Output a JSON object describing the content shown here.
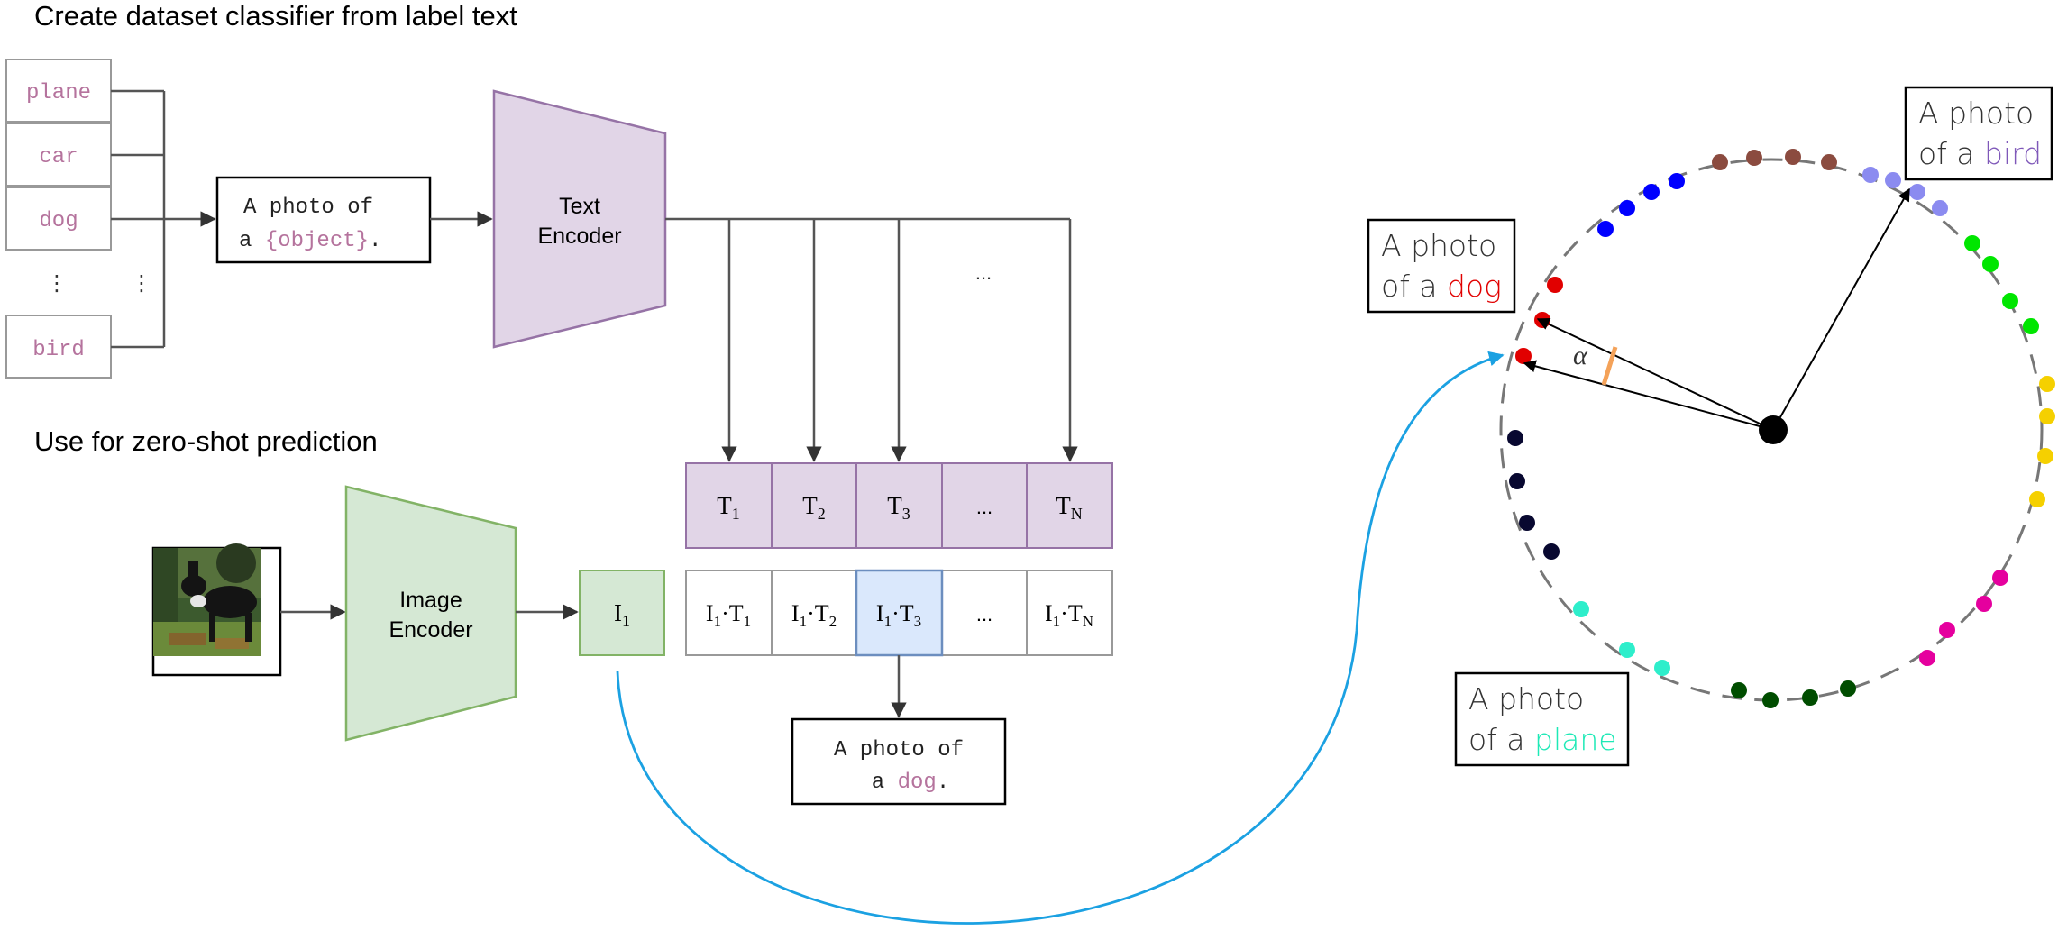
{
  "titles": {
    "classifier": "Create dataset classifier from label text",
    "zeroshot": "Use for zero-shot prediction"
  },
  "labels": [
    "plane",
    "car",
    "dog",
    "bird"
  ],
  "label_ellipsis": "⋮",
  "template": {
    "line1": "A photo of",
    "line2_prefix": "a ",
    "placeholder": "{object}",
    "line2_suffix": "."
  },
  "text_encoder": {
    "line1": "Text",
    "line2": "Encoder"
  },
  "image_encoder": {
    "line1": "Image",
    "line2": "Encoder"
  },
  "embed_ellipsis": "...",
  "text_embeddings": [
    {
      "base": "T",
      "sub": "1"
    },
    {
      "base": "T",
      "sub": "2"
    },
    {
      "base": "T",
      "sub": "3"
    },
    {
      "base": "...",
      "sub": ""
    },
    {
      "base": "T",
      "sub": "N"
    }
  ],
  "image_embedding": {
    "base": "I",
    "sub": "1"
  },
  "products": [
    {
      "sub": "1"
    },
    {
      "sub": "2"
    },
    {
      "sub": "3"
    },
    {
      "ellipsis": "..."
    },
    {
      "sub": "N"
    }
  ],
  "prediction": {
    "line1": "A photo of",
    "line2_prefix": "a ",
    "object": "dog",
    "line2_suffix": "."
  },
  "callouts": {
    "dog": {
      "line1": "A photo",
      "line2_prefix": "of a ",
      "object": "dog"
    },
    "bird": {
      "line1": "A photo",
      "line2_prefix": "of a ",
      "object": "bird"
    },
    "plane": {
      "line1": "A photo",
      "line2_prefix": "of a ",
      "object": "plane"
    }
  },
  "angle_label": "α",
  "colors": {
    "text_fill": "#e1d5e7",
    "text_stroke": "#9673a6",
    "image_fill": "#d5e8d4",
    "image_stroke": "#82b366",
    "highlight_fill": "#dae8fc",
    "highlight_stroke": "#6c8ebf",
    "label_text": "#b5739d",
    "arrow": "#333333",
    "curve": "#1ba1e2",
    "dog": "#e10000",
    "bird": "#7f58b9",
    "plane": "#1de9b6",
    "angle": "#f4a259"
  }
}
